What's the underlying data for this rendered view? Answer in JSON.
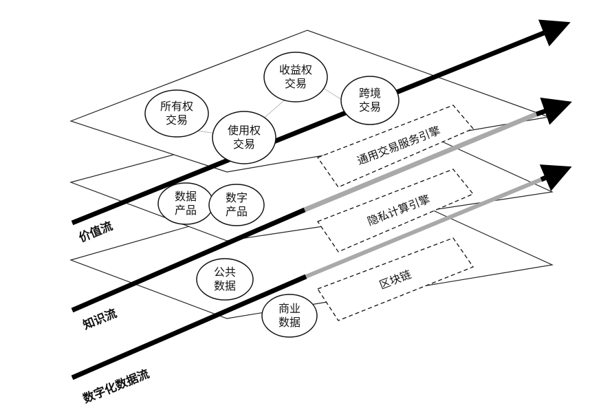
{
  "layers": {
    "top": {
      "nodes": [
        {
          "id": "n1",
          "lines": [
            "所有权",
            "交易"
          ]
        },
        {
          "id": "n2",
          "lines": [
            "收益权",
            "交易"
          ]
        },
        {
          "id": "n3",
          "lines": [
            "跨境",
            "交易"
          ]
        },
        {
          "id": "n4",
          "lines": [
            "使用权",
            "交易"
          ]
        }
      ],
      "engine": "通用交易服务引擎"
    },
    "middle": {
      "nodes": [
        {
          "id": "n5",
          "lines": [
            "数据",
            "产品"
          ]
        },
        {
          "id": "n6",
          "lines": [
            "数字",
            "产品"
          ]
        }
      ],
      "engine": "隐私计算引擎"
    },
    "bottom": {
      "nodes": [
        {
          "id": "n7",
          "lines": [
            "公共",
            "数据"
          ]
        },
        {
          "id": "n8",
          "lines": [
            "商业",
            "数据"
          ]
        }
      ],
      "engine": "区块链"
    }
  },
  "flows": {
    "value": "价值流",
    "knowledge": "知识流",
    "data": "数字化数据流"
  },
  "colors": {
    "ink": "#000000",
    "gray": "#a9a9a9",
    "paper": "#ffffff"
  }
}
